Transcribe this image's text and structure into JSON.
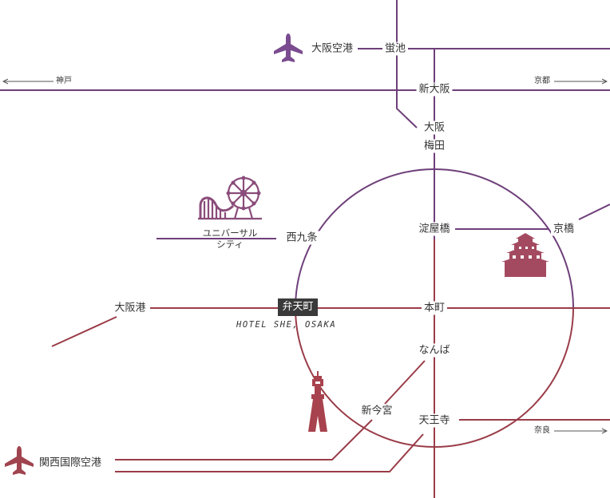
{
  "colors": {
    "purple_line": "#6e3f7a",
    "red_line": "#9a3c48",
    "plane_purple": "#7a4c8f",
    "plane_red": "#a0444f",
    "castle": "#a44a60",
    "park": "#8a4c7a",
    "tower": "#a8424e",
    "text": "#333333"
  },
  "stations": {
    "itami_airport": "大阪空港",
    "hotarugaike": "蛍池",
    "shin_osaka": "新大阪",
    "osaka": "大阪",
    "umeda": "梅田",
    "yodoyabashi": "淀屋橋",
    "kyobashi": "京橋",
    "nishikujo": "西九条",
    "osakako": "大阪港",
    "bentencho": "弁天町",
    "honmachi": "本町",
    "namba": "なんば",
    "shin_imamiya": "新今宮",
    "tennoji": "天王寺",
    "kansai_airport": "関西国際空港"
  },
  "landmarks": {
    "usj": "ユニバーサル\nシティ",
    "hotel": "HOTEL SHE, OSAKA"
  },
  "directions": {
    "kobe": "神戸",
    "kyoto": "京都",
    "nara": "奈良"
  },
  "icons": {
    "itami_plane": "airplane-icon",
    "kansai_plane": "airplane-icon",
    "osaka_castle": "castle-icon",
    "usj_park": "ferris-wheel-rollercoaster-icon",
    "tsutenkaku": "tower-icon"
  }
}
